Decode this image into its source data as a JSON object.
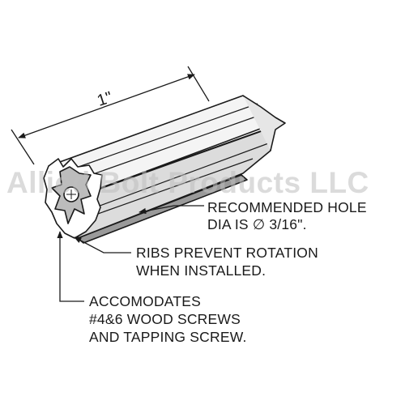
{
  "diagram": {
    "dimension_label": "1\"",
    "callouts": [
      {
        "lines": [
          "RECOMMENDED HOLE",
          "DIA IS ∅ 3/16\"."
        ]
      },
      {
        "lines": [
          "RIBS PREVENT ROTATION",
          "WHEN INSTALLED."
        ]
      },
      {
        "lines": [
          "ACCOMODATES",
          "#4&6 WOOD SCREWS",
          "AND TAPPING SCREW."
        ]
      }
    ],
    "watermark": "Allied Bolt Products LLC",
    "colors": {
      "line": "#1a1a1a",
      "body_top": "#f4f4f4",
      "body_side": "#dcdcdc",
      "shadow": "#9a9a9a"
    }
  }
}
